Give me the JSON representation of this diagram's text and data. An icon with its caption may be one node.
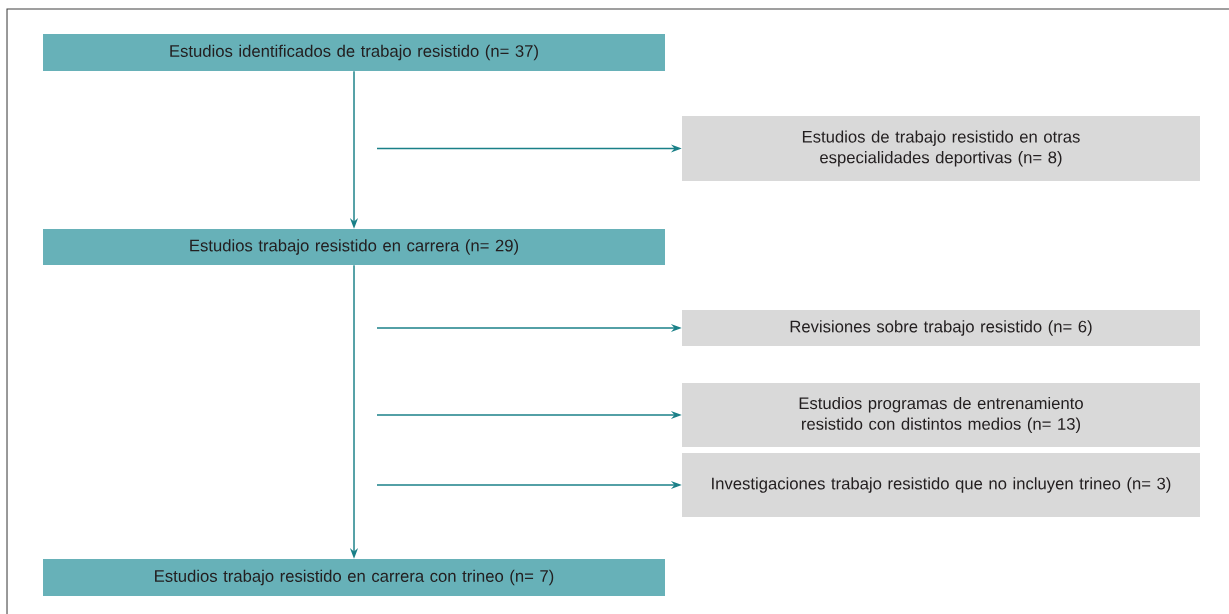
{
  "diagram": {
    "nodes": [
      {
        "text": [
          "Estudios identificados de trabajo resistido (n= 37)"
        ]
      },
      {
        "text": [
          "Estudios de trabajo resistido en otras especialidades deportivas (n= 8)"
        ]
      },
      {
        "text": [
          "Estudios trabajo resistido en carrera (n= 29)"
        ]
      },
      {
        "text": [
          "Revisiones sobre trabajo resistido (n= 6)"
        ]
      },
      {
        "text": [
          "Estudios programas de entrenamiento resistido con distintos medios (n= 13)"
        ]
      },
      {
        "text": [
          "Investigaciones trabajo resistido que no incluyen trineo (n= 3)"
        ]
      },
      {
        "text": [
          "Estudios trabajo resistido en carrera con trineo  (n= 7)"
        ]
      }
    ],
    "edges": [
      {
        "from": 0,
        "to": 2,
        "arrow": "to"
      },
      {
        "from": 2,
        "to": 6,
        "arrow": "to"
      },
      {
        "from": null,
        "to": 1,
        "arrow": "to"
      },
      {
        "from": null,
        "to": 3,
        "arrow": "to"
      },
      {
        "from": null,
        "to": 4,
        "arrow": "to"
      },
      {
        "from": null,
        "to": 5,
        "arrow": "to"
      }
    ]
  }
}
